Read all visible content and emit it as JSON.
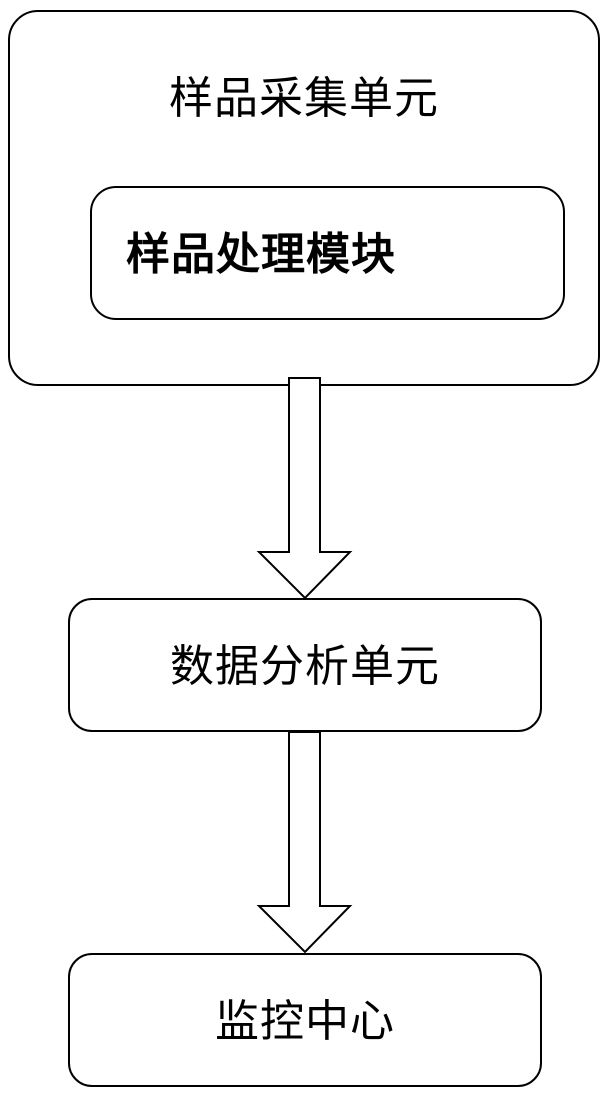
{
  "diagram": {
    "sample_collection_unit": {
      "label": "样品采集单元"
    },
    "sample_processing_module": {
      "label": "样品处理模块"
    },
    "data_analysis_unit": {
      "label": "数据分析单元"
    },
    "monitoring_center": {
      "label": "监控中心"
    }
  }
}
